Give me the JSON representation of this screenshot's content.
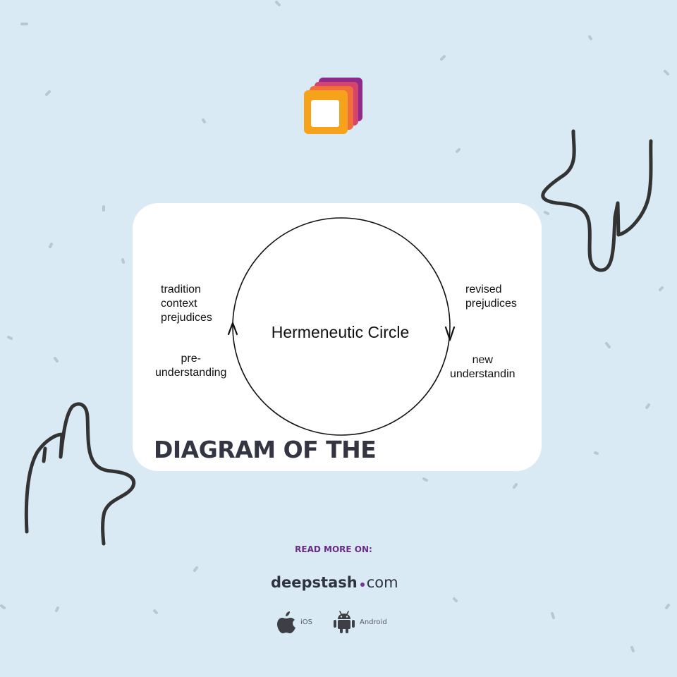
{
  "colors": {
    "background": "#daeaf5",
    "card": "#ffffff",
    "accent_purple": "#6a2d86",
    "text_dark": "#2f3340"
  },
  "logo": {
    "icon": "deepstash-logo-icon"
  },
  "diagram": {
    "circle_title": "Hermeneutic Circle",
    "label_top_left": "tradition\ncontext\nprejudices",
    "label_bottom_left": "pre-\nunderstanding",
    "label_top_right": "revised\nprejudices",
    "label_bottom_right": "new\nunderstandin"
  },
  "card": {
    "heading": "DIAGRAM OF THE"
  },
  "footer": {
    "read_more": "READ MORE ON:",
    "site_name": "deepstash",
    "site_tld": "com",
    "ios_label": "iOS",
    "android_label": "Android"
  }
}
